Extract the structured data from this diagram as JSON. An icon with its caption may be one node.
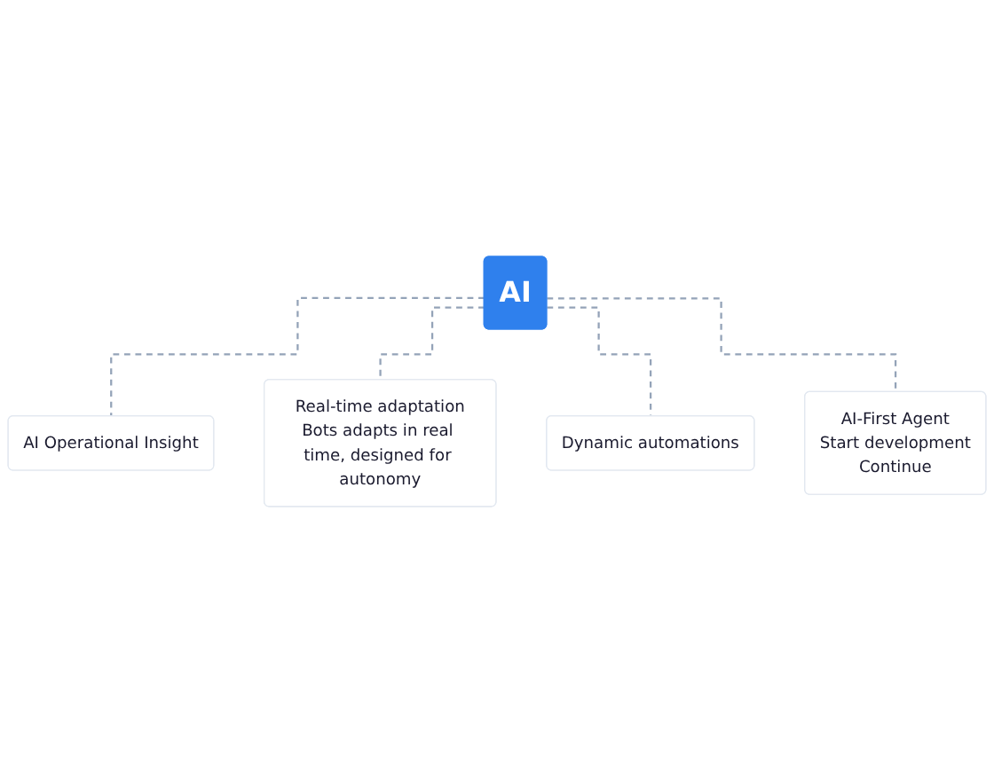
{
  "diagram": {
    "nodes": [
      {
        "text": [
          "AI"
        ]
      },
      {
        "text": [
          "AI Operational Insight"
        ]
      },
      {
        "text": [
          "Real-time adaptation",
          "Bots adapts in real time, designed for autonomy"
        ]
      },
      {
        "text": [
          "Dynamic automations"
        ]
      },
      {
        "text": [
          "AI-First Agent",
          "Start development",
          "Continue"
        ]
      }
    ],
    "edges": [
      {
        "from": 0,
        "to": 1,
        "arrow": "none",
        "style": "dashed"
      },
      {
        "from": 0,
        "to": 2,
        "arrow": "none",
        "style": "dashed"
      },
      {
        "from": 0,
        "to": 3,
        "arrow": "none",
        "style": "dashed"
      },
      {
        "from": 0,
        "to": 4,
        "arrow": "none",
        "style": "dashed"
      }
    ]
  }
}
